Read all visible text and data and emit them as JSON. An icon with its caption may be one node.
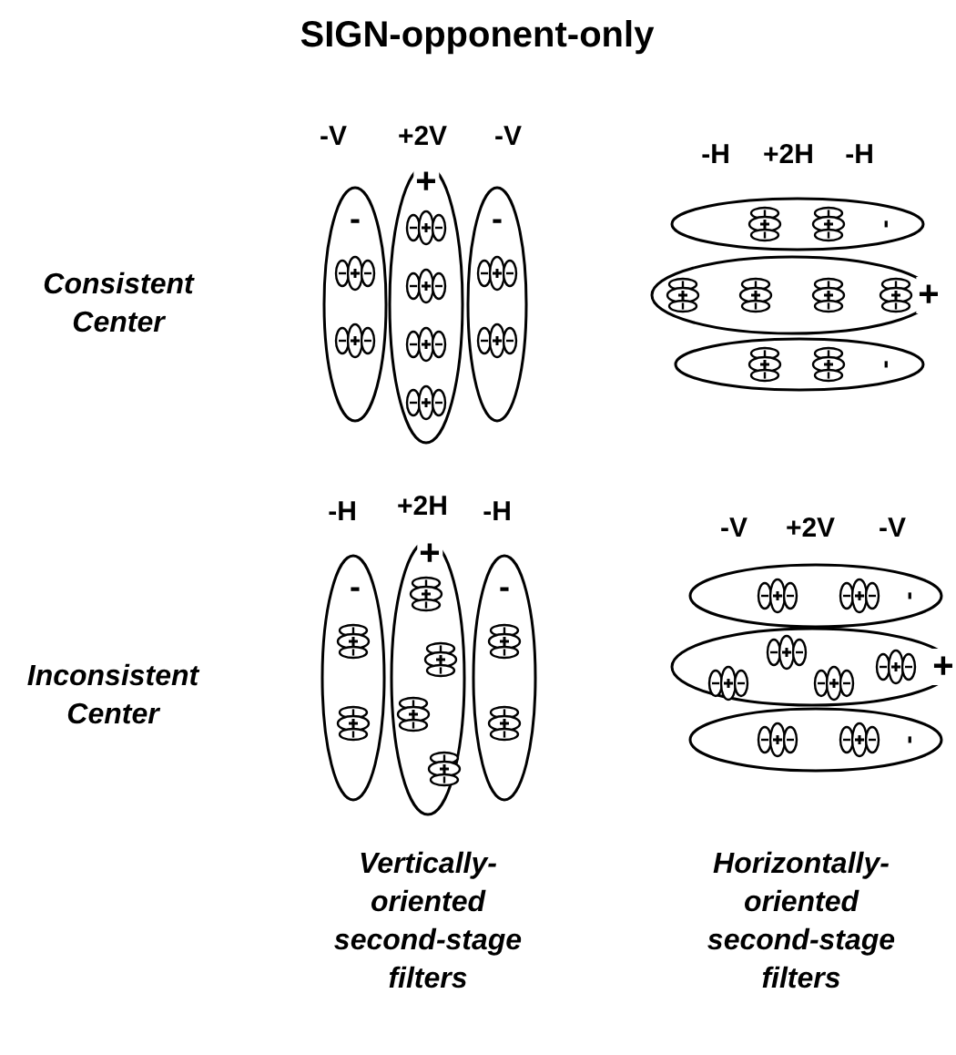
{
  "diagram": {
    "title": "SIGN-opponent-only",
    "nodes": [
      {
        "text": [
          "-"
        ]
      },
      {
        "text": [
          "+"
        ]
      },
      {
        "text": [
          "-"
        ]
      },
      {
        "text": [
          "-"
        ]
      },
      {
        "text": [
          "+"
        ]
      },
      {
        "text": [
          "-"
        ]
      },
      {
        "text": [
          "-"
        ]
      },
      {
        "text": [
          "+"
        ]
      },
      {
        "text": [
          "-"
        ]
      },
      {
        "text": [
          "-"
        ]
      },
      {
        "text": [
          "+"
        ]
      },
      {
        "text": [
          "-"
        ]
      }
    ],
    "labels": [
      "-V",
      "+2V",
      "-V",
      "-H",
      "+2H",
      "-H",
      "Consistent Center",
      "-H",
      "+2H",
      "-H",
      "-V",
      "+2V",
      "-V",
      "Inconsistent Center",
      "Vertically-oriented second-stage filters",
      "Horizontally-oriented second-stage filters"
    ]
  }
}
